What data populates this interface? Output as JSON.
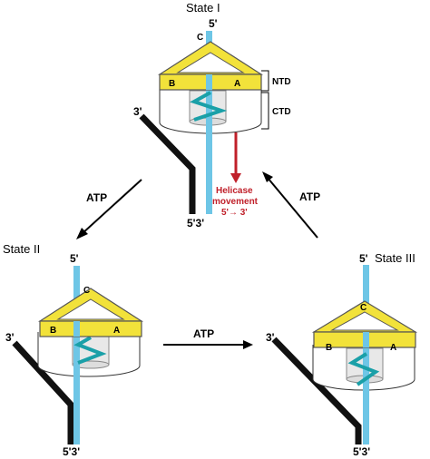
{
  "colors": {
    "ssdna": "#6ec6e6",
    "dsdna": "#111111",
    "triangle_fill": "#f2e23a",
    "triangle_stroke": "#555555",
    "helix": "#1aa0a8",
    "arrow_red": "#c0202a"
  },
  "labels": {
    "state1": "State I",
    "state2": "State II",
    "state3": "State III",
    "five_prime": "5'",
    "three_prime": "3'",
    "five_three": "5'3'",
    "c": "C",
    "a": "A",
    "b": "B",
    "ntd": "NTD",
    "ctd": "CTD",
    "atp": "ATP",
    "helicase_line1": "Helicase",
    "helicase_line2": "movement",
    "helicase_line3": "5'→ 3'"
  }
}
